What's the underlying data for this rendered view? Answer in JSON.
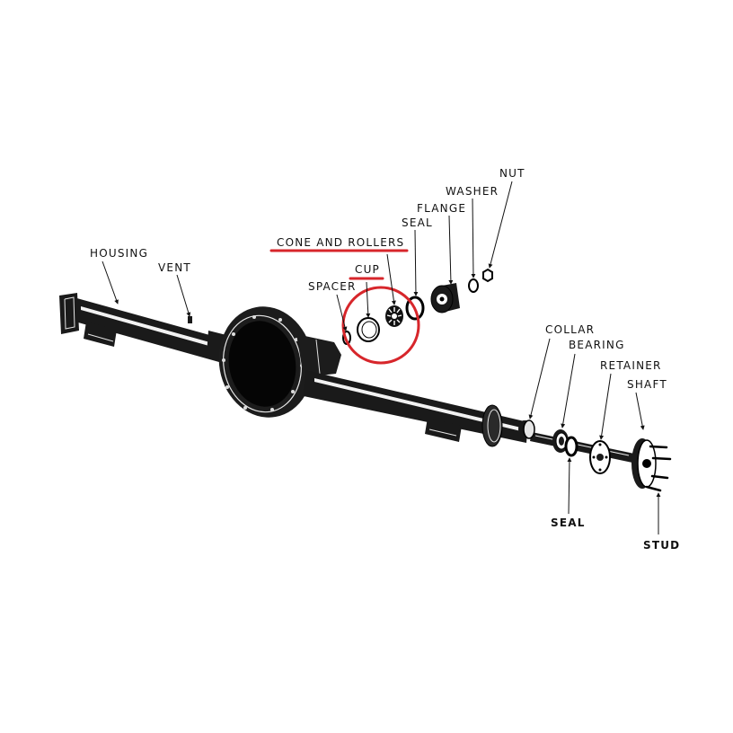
{
  "labels": {
    "housing": "HOUSING",
    "vent": "VENT",
    "cone_and_rollers": "CONE AND ROLLERS",
    "cup": "CUP",
    "spacer": "SPACER",
    "seal_upper": "SEAL",
    "flange": "FLANGE",
    "washer": "WASHER",
    "nut": "NUT",
    "collar": "COLLAR",
    "bearing": "BEARING",
    "retainer": "RETAINER",
    "shaft": "SHAFT",
    "seal_lower": "SEAL",
    "stud": "STUD"
  },
  "colors": {
    "highlight": "#d7262b",
    "ink": "#111111",
    "background": "#ffffff"
  }
}
